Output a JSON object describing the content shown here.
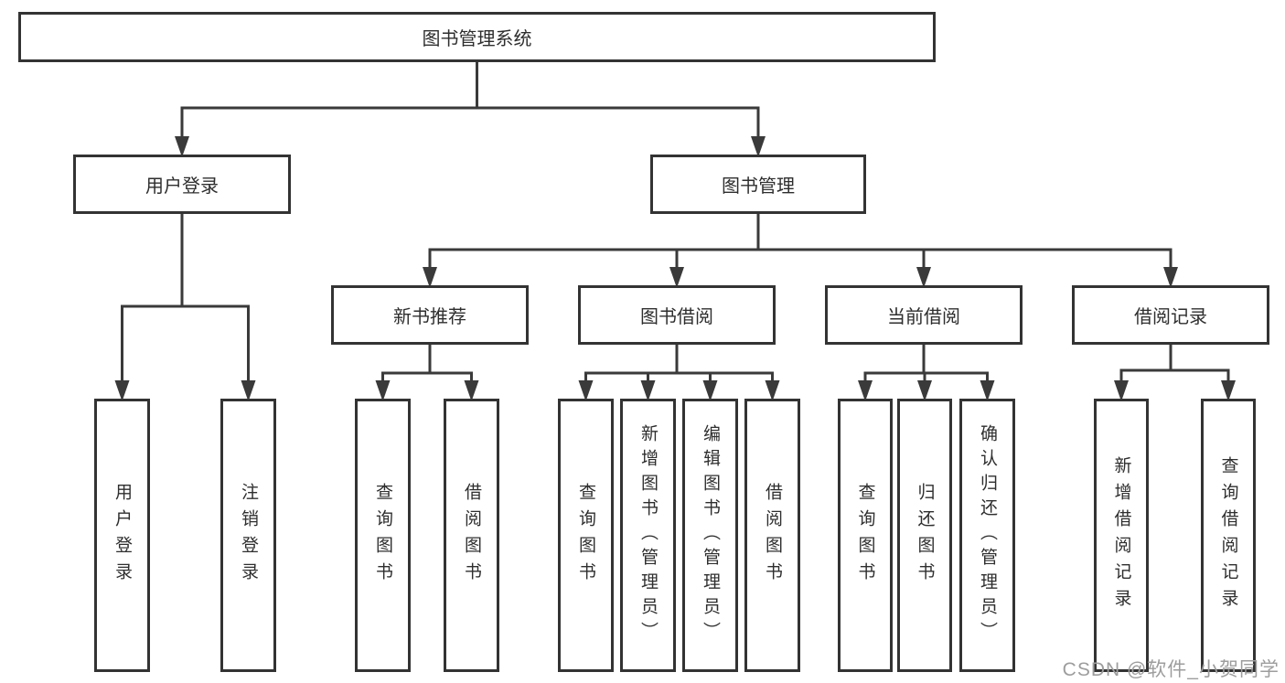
{
  "diagram": {
    "title": "图书管理系统",
    "watermark": "CSDN @软件_小贺同学",
    "colors": {
      "line": "#3a3a3a",
      "box_border": "#333333",
      "text": "#2e2e2e",
      "watermark": "#9d9d9d",
      "background": "#ffffff"
    },
    "nodes": [
      {
        "id": "root",
        "label": "图书管理系统",
        "level": 1,
        "parent": null,
        "orientation": "horizontal"
      },
      {
        "id": "user-login",
        "label": "用户登录",
        "level": 2,
        "parent": "root",
        "orientation": "horizontal"
      },
      {
        "id": "book-mgmt",
        "label": "图书管理",
        "level": 2,
        "parent": "root",
        "orientation": "horizontal"
      },
      {
        "id": "new-book-rec",
        "label": "新书推荐",
        "level": 3,
        "parent": "book-mgmt",
        "orientation": "horizontal"
      },
      {
        "id": "book-borrow",
        "label": "图书借阅",
        "level": 3,
        "parent": "book-mgmt",
        "orientation": "horizontal"
      },
      {
        "id": "current-borrow",
        "label": "当前借阅",
        "level": 3,
        "parent": "book-mgmt",
        "orientation": "horizontal"
      },
      {
        "id": "borrow-records",
        "label": "借阅记录",
        "level": 3,
        "parent": "book-mgmt",
        "orientation": "horizontal"
      },
      {
        "id": "v-user-login",
        "label": "用户登录",
        "level": 4,
        "parent": "user-login",
        "orientation": "vertical"
      },
      {
        "id": "v-logout",
        "label": "注销登录",
        "level": 4,
        "parent": "user-login",
        "orientation": "vertical"
      },
      {
        "id": "v-query-book-1",
        "label": "查询图书",
        "level": 4,
        "parent": "new-book-rec",
        "orientation": "vertical"
      },
      {
        "id": "v-borrow-book-1",
        "label": "借阅图书",
        "level": 4,
        "parent": "new-book-rec",
        "orientation": "vertical"
      },
      {
        "id": "v-query-book-2",
        "label": "查询图书",
        "level": 4,
        "parent": "book-borrow",
        "orientation": "vertical"
      },
      {
        "id": "v-add-book",
        "label": "新增图书（管理员）",
        "level": 4,
        "parent": "book-borrow",
        "orientation": "vertical"
      },
      {
        "id": "v-edit-book",
        "label": "编辑图书（管理员）",
        "level": 4,
        "parent": "book-borrow",
        "orientation": "vertical"
      },
      {
        "id": "v-borrow-book-2",
        "label": "借阅图书",
        "level": 4,
        "parent": "book-borrow",
        "orientation": "vertical"
      },
      {
        "id": "v-query-book-3",
        "label": "查询图书",
        "level": 4,
        "parent": "current-borrow",
        "orientation": "vertical"
      },
      {
        "id": "v-return-book",
        "label": "归还图书",
        "level": 4,
        "parent": "current-borrow",
        "orientation": "vertical"
      },
      {
        "id": "v-confirm-return",
        "label": "确认归还（管理员）",
        "level": 4,
        "parent": "current-borrow",
        "orientation": "vertical"
      },
      {
        "id": "v-add-record",
        "label": "新增借阅记录",
        "level": 4,
        "parent": "borrow-records",
        "orientation": "vertical"
      },
      {
        "id": "v-query-record",
        "label": "查询借阅记录",
        "level": 4,
        "parent": "borrow-records",
        "orientation": "vertical"
      }
    ]
  }
}
